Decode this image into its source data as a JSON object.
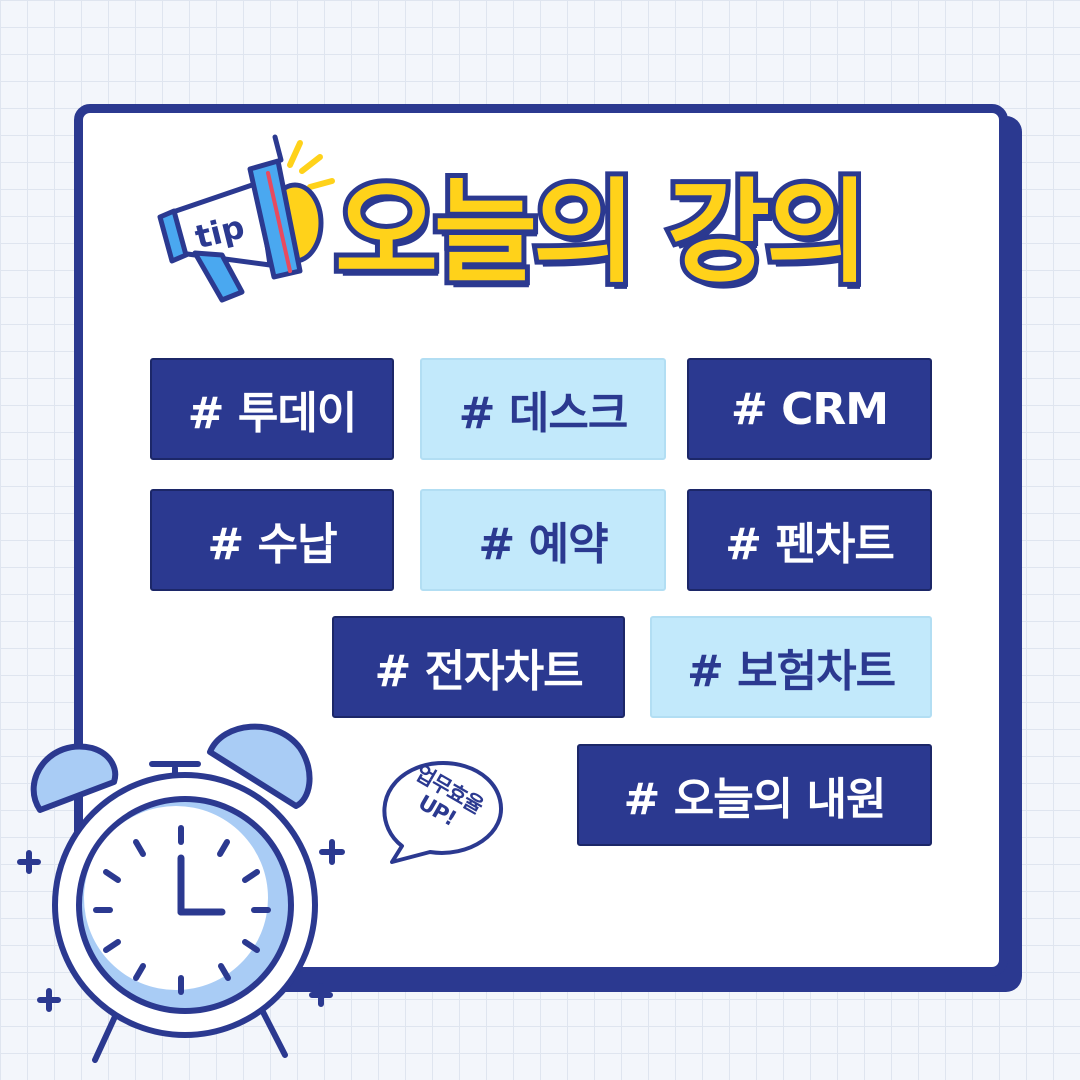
{
  "header": {
    "title": "오늘의 강의",
    "badge": "tip"
  },
  "tags": [
    {
      "label": "# 투데이"
    },
    {
      "label": "# 데스크"
    },
    {
      "label": "# CRM"
    },
    {
      "label": "# 수납"
    },
    {
      "label": "# 예약"
    },
    {
      "label": "# 펜차트"
    },
    {
      "label": "# 전자차트"
    },
    {
      "label": "# 보험차트"
    },
    {
      "label": "# 오늘의 내원"
    }
  ],
  "bubble": {
    "line1": "업무효율",
    "line2": "UP!"
  },
  "colors": {
    "navy": "#2b3990",
    "light_blue": "#c2e9fb",
    "yellow": "#ffd21a",
    "clock_blue": "#a9ccf5",
    "white": "#ffffff"
  }
}
